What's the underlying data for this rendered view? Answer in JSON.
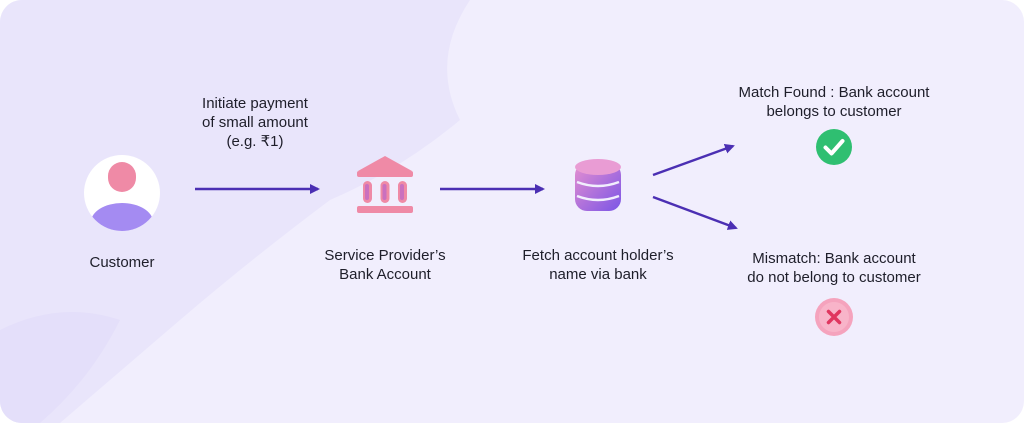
{
  "payment_note": {
    "line1": "Initiate payment",
    "line2": "of small amount",
    "line3": "(e.g. ₹1)"
  },
  "customer": {
    "label": "Customer"
  },
  "bank": {
    "line1": "Service Provider’s",
    "line2": "Bank Account"
  },
  "fetch": {
    "line1": "Fetch account holder’s",
    "line2": "name via bank"
  },
  "match": {
    "line1": "Match Found : Bank account",
    "line2": "belongs to customer"
  },
  "mismatch": {
    "line1": "Mismatch: Bank account",
    "line2": "do not belong to customer"
  },
  "colors": {
    "background": "#f1eefd",
    "arrow": "#4b2fb3",
    "pink": "#ee7fa0",
    "purple": "#9b7df0",
    "success": "#2fbf71",
    "error": "#f5a3bd",
    "error_mark": "#e0365f"
  }
}
